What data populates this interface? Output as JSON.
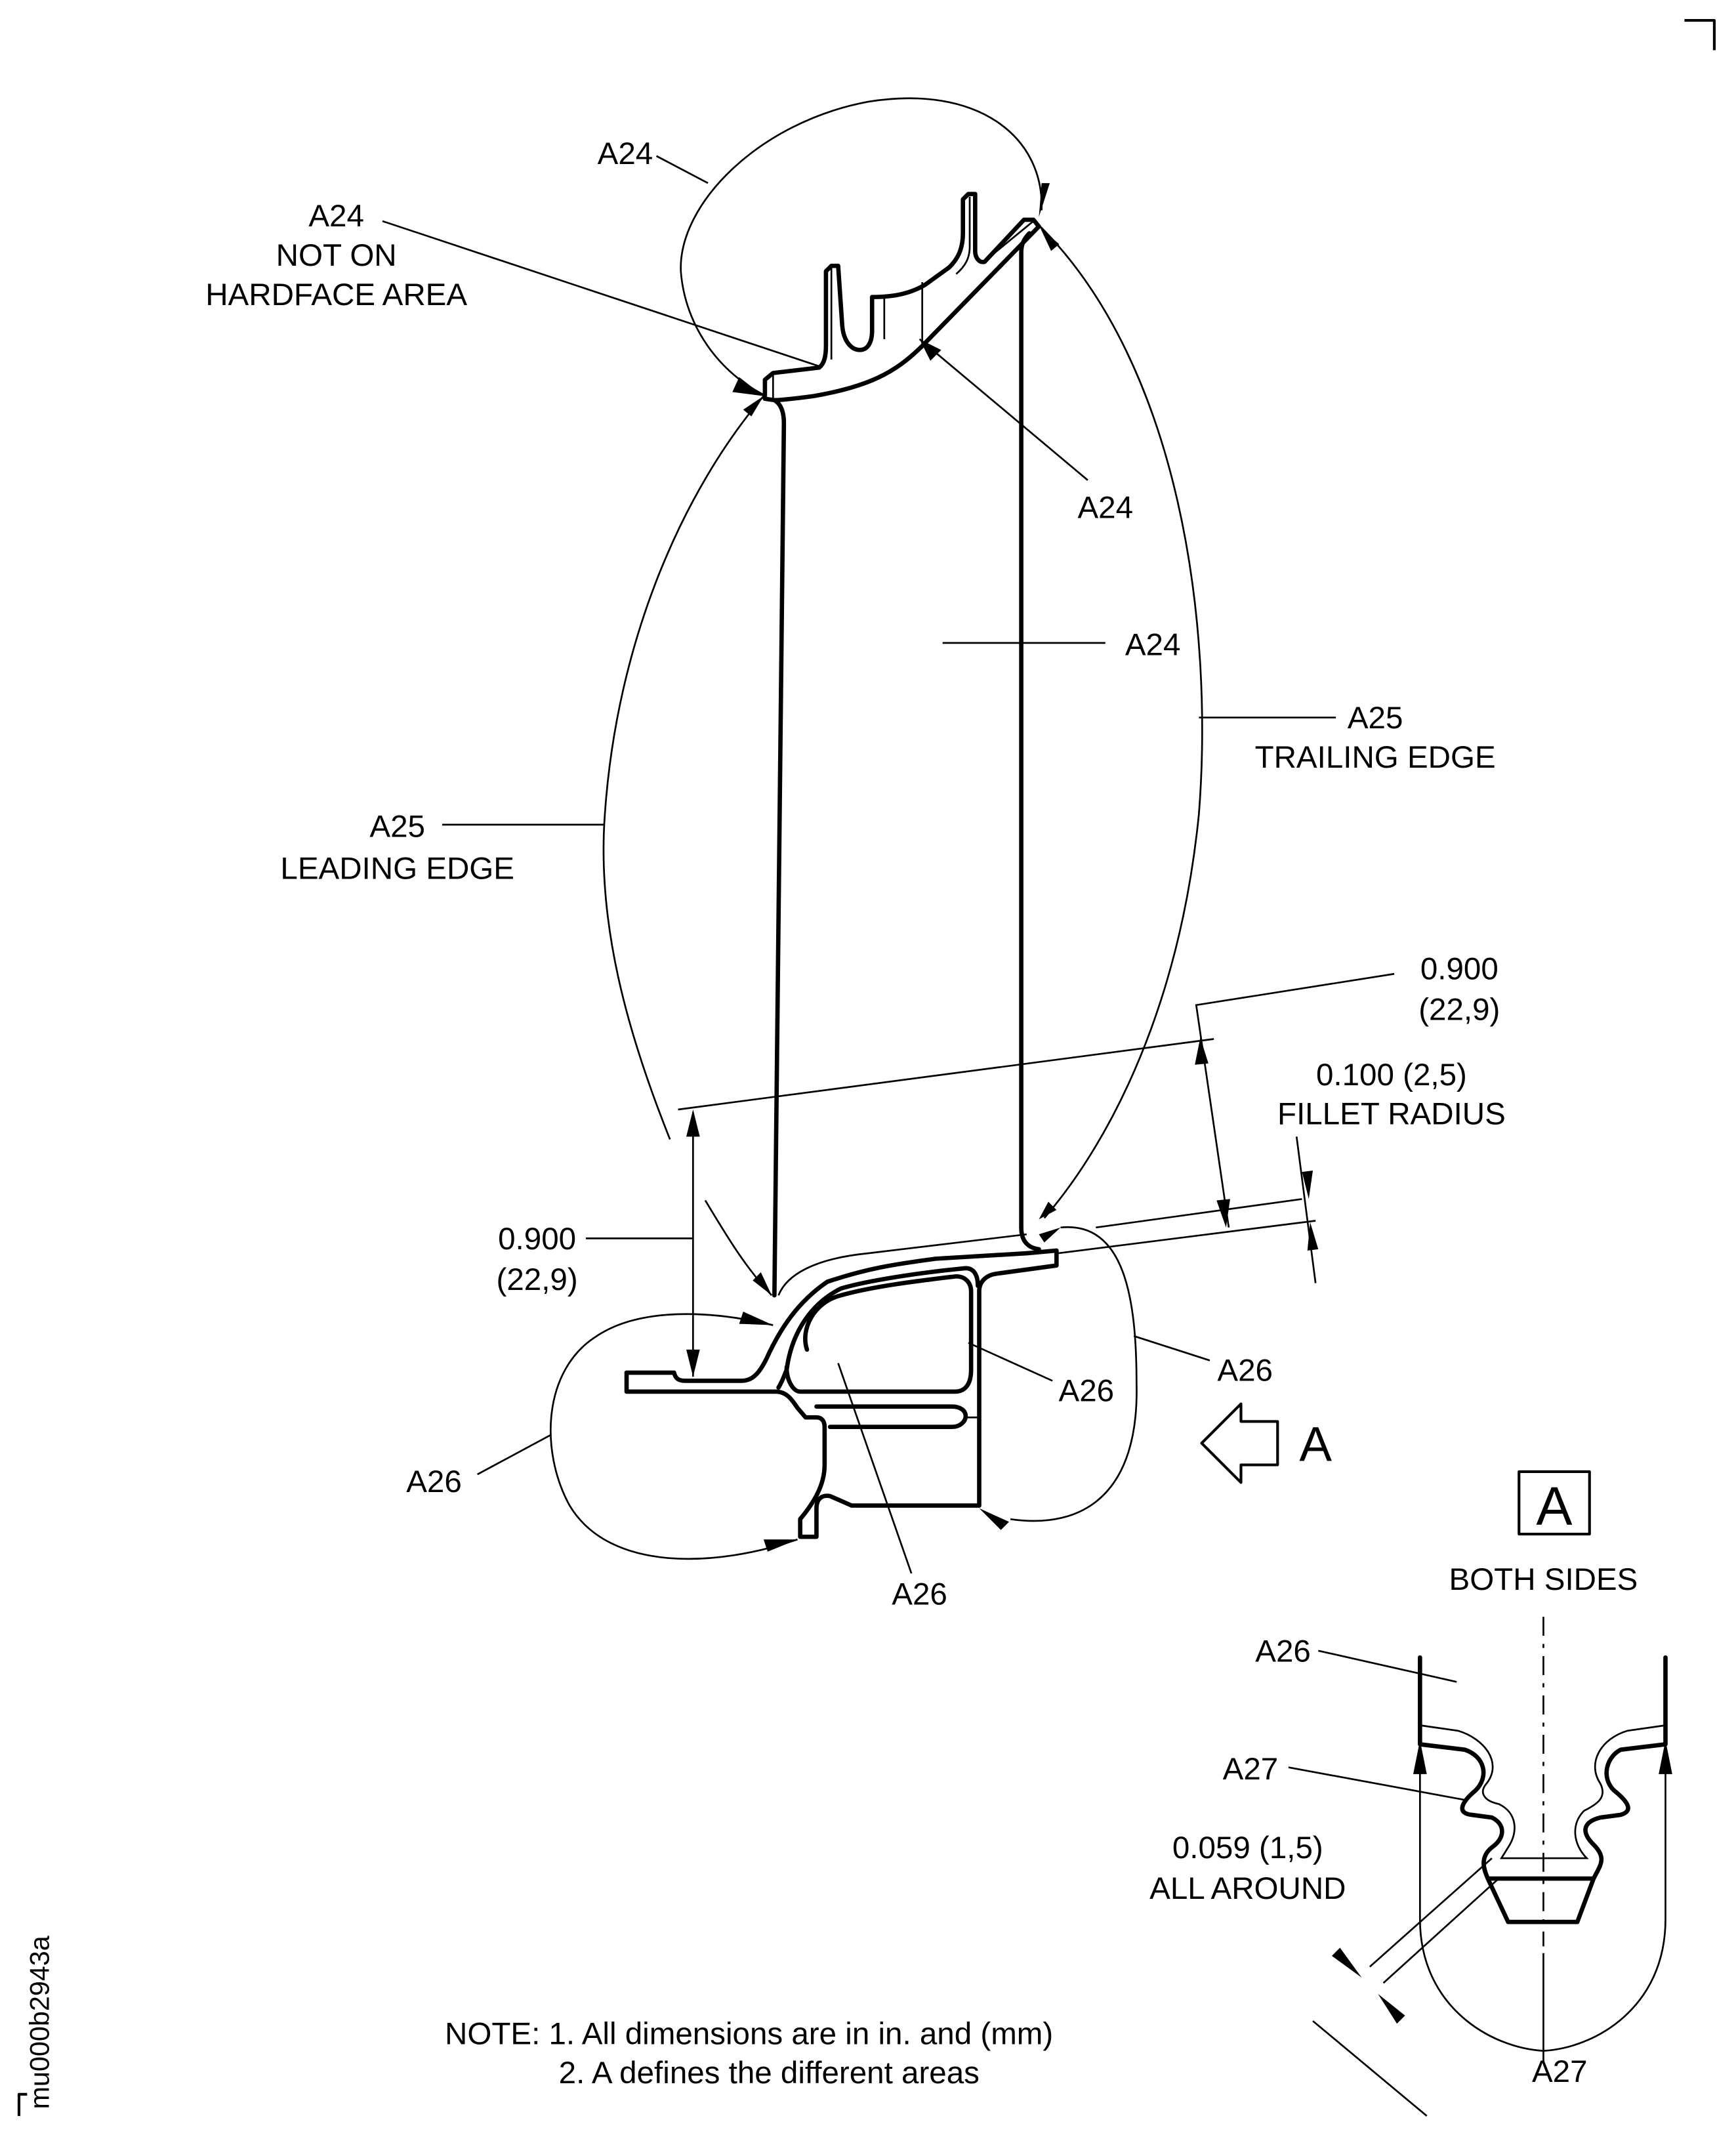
{
  "drawing": {
    "title_code": "mu000b2943a",
    "labels": {
      "a24_top": "A24",
      "a24_not_on_1": "A24",
      "a24_not_on_2": "NOT ON",
      "a24_not_on_3": "HARDFACE AREA",
      "a24_shroud": "A24",
      "a24_airfoil": "A24",
      "a25_trailing_1": "A25",
      "a25_trailing_2": "TRAILING EDGE",
      "a25_leading_1": "A25",
      "a25_leading_2": "LEADING EDGE",
      "a26_left": "A26",
      "a26_right_outer": "A26",
      "a26_right_inner": "A26",
      "a26_bottom": "A26",
      "view_a_detail_a26": "A26",
      "view_a_detail_a27_side": "A27",
      "view_a_detail_a27_bottom": "A27"
    },
    "dimensions": {
      "right_height_in": "0.900",
      "right_height_mm": "(22,9)",
      "fillet_value": "0.100 (2,5)",
      "fillet_label": "FILLET RADIUS",
      "left_height_in": "0.900",
      "left_height_mm": "(22,9)",
      "all_around_value": "0.059 (1,5)",
      "all_around_label": "ALL AROUND"
    },
    "view": {
      "arrow_letter": "A",
      "box_letter": "A",
      "box_caption": "BOTH SIDES"
    },
    "notes": {
      "line1": "NOTE: 1. All dimensions are in in. and (mm)",
      "line2": "2. A defines the different areas"
    }
  }
}
